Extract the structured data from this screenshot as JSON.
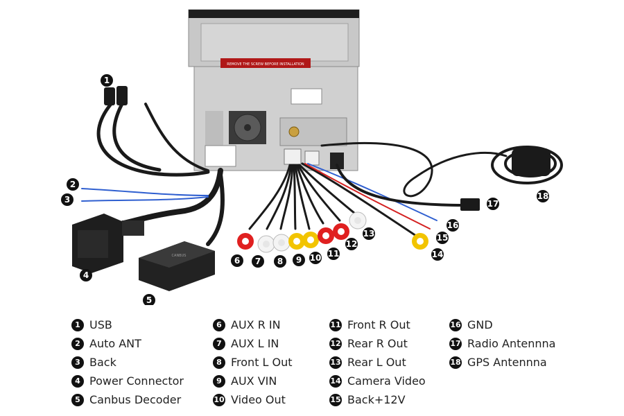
{
  "unit_label": "REMOVE THE SCREW BEFORE INSTALLATION",
  "decoder_text": "CANBUS",
  "legend": {
    "columns": [
      [
        {
          "number": "1",
          "label": "USB"
        },
        {
          "number": "2",
          "label": "Auto ANT"
        },
        {
          "number": "3",
          "label": "Back"
        },
        {
          "number": "4",
          "label": "Power Connector"
        },
        {
          "number": "5",
          "label": "Canbus Decoder"
        }
      ],
      [
        {
          "number": "6",
          "label": "AUX R IN"
        },
        {
          "number": "7",
          "label": "AUX L IN"
        },
        {
          "number": "8",
          "label": "Front L Out"
        },
        {
          "number": "9",
          "label": "AUX VIN"
        },
        {
          "number": "10",
          "label": "Video Out"
        }
      ],
      [
        {
          "number": "11",
          "label": "Front R Out"
        },
        {
          "number": "12",
          "label": "Rear R Out"
        },
        {
          "number": "13",
          "label": "Rear L Out"
        },
        {
          "number": "14",
          "label": "Camera Video"
        },
        {
          "number": "15",
          "label": "Back+12V"
        }
      ],
      [
        {
          "number": "16",
          "label": "GND"
        },
        {
          "number": "17",
          "label": "Radio Antennna"
        },
        {
          "number": "18",
          "label": "GPS Antennna"
        }
      ]
    ]
  },
  "callouts": [
    "1",
    "2",
    "3",
    "4",
    "5",
    "6",
    "7",
    "8",
    "9",
    "10",
    "11",
    "12",
    "13",
    "14",
    "15",
    "16",
    "17",
    "18"
  ],
  "colors": {
    "cable": "#1a1a1a",
    "chassis": "#d4d4d4",
    "rca_red": "#e02020",
    "rca_white": "#f4f4f4",
    "rca_yellow": "#f2c400",
    "wire_blue": "#2f5fd0",
    "wire_red": "#d42020"
  }
}
